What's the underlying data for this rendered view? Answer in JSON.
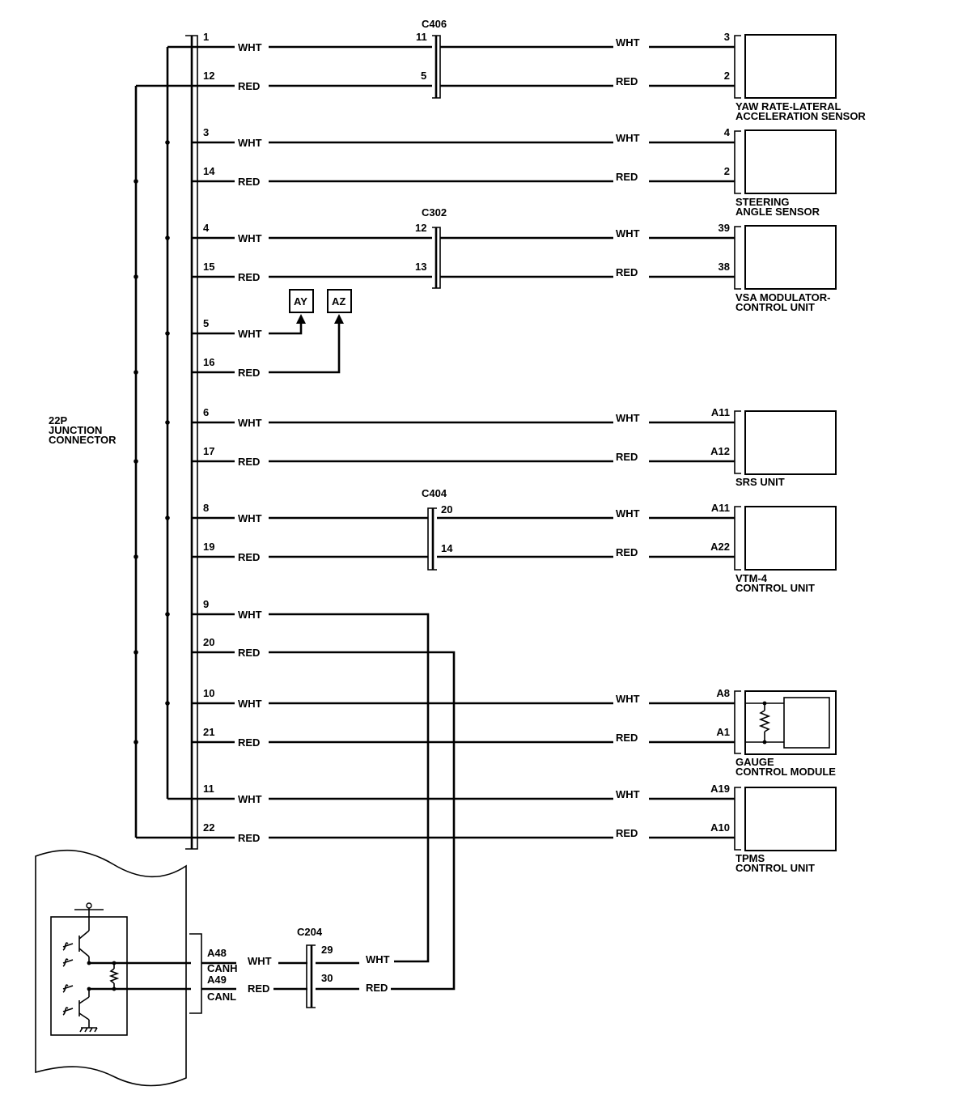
{
  "junction": {
    "label_line1": "22P",
    "label_line2": "JUNCTION",
    "label_line3": "CONNECTOR"
  },
  "circuits": [
    {
      "pin": "1",
      "color": "WHT"
    },
    {
      "pin": "12",
      "color": "RED"
    },
    {
      "pin": "3",
      "color": "WHT"
    },
    {
      "pin": "14",
      "color": "RED"
    },
    {
      "pin": "4",
      "color": "WHT"
    },
    {
      "pin": "15",
      "color": "RED"
    },
    {
      "pin": "5",
      "color": "WHT"
    },
    {
      "pin": "16",
      "color": "RED"
    },
    {
      "pin": "6",
      "color": "WHT"
    },
    {
      "pin": "17",
      "color": "RED"
    },
    {
      "pin": "8",
      "color": "WHT"
    },
    {
      "pin": "19",
      "color": "RED"
    },
    {
      "pin": "9",
      "color": "WHT"
    },
    {
      "pin": "20",
      "color": "RED"
    },
    {
      "pin": "10",
      "color": "WHT"
    },
    {
      "pin": "21",
      "color": "RED"
    },
    {
      "pin": "11",
      "color": "WHT"
    },
    {
      "pin": "22",
      "color": "RED"
    }
  ],
  "inline_connectors": [
    {
      "name": "C406",
      "pins": [
        "11",
        "5"
      ]
    },
    {
      "name": "C302",
      "pins": [
        "12",
        "13"
      ]
    },
    {
      "name": "C404",
      "pins": [
        "20",
        "14"
      ]
    },
    {
      "name": "C204",
      "pins": [
        "29",
        "30"
      ]
    }
  ],
  "far_wires": [
    {
      "color": "WHT",
      "pin": "3"
    },
    {
      "color": "RED",
      "pin": "2"
    },
    {
      "color": "WHT",
      "pin": "4"
    },
    {
      "color": "RED",
      "pin": "2"
    },
    {
      "color": "WHT",
      "pin": "39"
    },
    {
      "color": "RED",
      "pin": "38"
    },
    {
      "color": "WHT",
      "pin": "A11"
    },
    {
      "color": "RED",
      "pin": "A12"
    },
    {
      "color": "WHT",
      "pin": "A11"
    },
    {
      "color": "RED",
      "pin": "A22"
    },
    {
      "color": "WHT",
      "pin": "A8"
    },
    {
      "color": "RED",
      "pin": "A1"
    },
    {
      "color": "WHT",
      "pin": "A19"
    },
    {
      "color": "RED",
      "pin": "A10"
    }
  ],
  "components": [
    {
      "line1": "YAW RATE-LATERAL",
      "line2": "ACCELERATION SENSOR"
    },
    {
      "line1": "STEERING",
      "line2": "ANGLE SENSOR"
    },
    {
      "line1": "VSA MODULATOR-",
      "line2": "CONTROL UNIT"
    },
    {
      "line1": "SRS UNIT",
      "line2": ""
    },
    {
      "line1": "VTM-4",
      "line2": "CONTROL UNIT"
    },
    {
      "line1": "GAUGE",
      "line2": "CONTROL MODULE"
    },
    {
      "line1": "TPMS",
      "line2": "CONTROL UNIT"
    }
  ],
  "references": [
    "AY",
    "AZ"
  ],
  "module": {
    "pin_h": "A48",
    "sig_h": "CANH",
    "color_h": "WHT",
    "pin_l": "A49",
    "sig_l": "CANL",
    "color_l": "RED",
    "far_color_h": "WHT",
    "far_color_l": "RED"
  }
}
